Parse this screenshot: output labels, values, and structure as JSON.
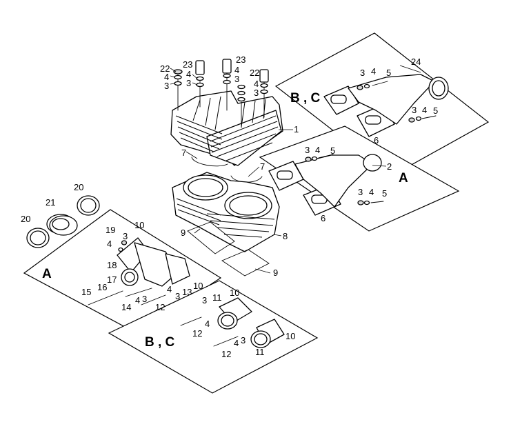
{
  "variant_labels": {
    "a_right": "A",
    "bc_right": "B , C",
    "a_left": "A",
    "bc_bottom": "B , C"
  },
  "callouts": [
    {
      "id": "c22a",
      "text": "22"
    },
    {
      "id": "c4a",
      "text": "4"
    },
    {
      "id": "c3a",
      "text": "3"
    },
    {
      "id": "c23a",
      "text": "23"
    },
    {
      "id": "c4b",
      "text": "4"
    },
    {
      "id": "c3b",
      "text": "3"
    },
    {
      "id": "c23b",
      "text": "23"
    },
    {
      "id": "c4c",
      "text": "4"
    },
    {
      "id": "c3c",
      "text": "3"
    },
    {
      "id": "c22b",
      "text": "22"
    },
    {
      "id": "c4d",
      "text": "4"
    },
    {
      "id": "c3d",
      "text": "3"
    },
    {
      "id": "c1",
      "text": "1"
    },
    {
      "id": "c7a",
      "text": "7"
    },
    {
      "id": "c7b",
      "text": "7"
    },
    {
      "id": "c9a",
      "text": "9"
    },
    {
      "id": "c8",
      "text": "8"
    },
    {
      "id": "c9b",
      "text": "9"
    },
    {
      "id": "c24",
      "text": "24"
    },
    {
      "id": "c3e",
      "text": "3"
    },
    {
      "id": "c4e",
      "text": "4"
    },
    {
      "id": "c5a",
      "text": "5"
    },
    {
      "id": "c3f",
      "text": "3"
    },
    {
      "id": "c4f",
      "text": "4"
    },
    {
      "id": "c5b",
      "text": "5"
    },
    {
      "id": "c6a",
      "text": "6"
    },
    {
      "id": "c3g",
      "text": "3"
    },
    {
      "id": "c4g",
      "text": "4"
    },
    {
      "id": "c5c",
      "text": "5"
    },
    {
      "id": "c2",
      "text": "2"
    },
    {
      "id": "c3h",
      "text": "3"
    },
    {
      "id": "c4h",
      "text": "4"
    },
    {
      "id": "c5d",
      "text": "5"
    },
    {
      "id": "c6b",
      "text": "6"
    },
    {
      "id": "c20a",
      "text": "20"
    },
    {
      "id": "c21",
      "text": "21"
    },
    {
      "id": "c20b",
      "text": "20"
    },
    {
      "id": "c19",
      "text": "19"
    },
    {
      "id": "c10a",
      "text": "10"
    },
    {
      "id": "c4i",
      "text": "4"
    },
    {
      "id": "c3i",
      "text": "3"
    },
    {
      "id": "c18",
      "text": "18"
    },
    {
      "id": "c17",
      "text": "17"
    },
    {
      "id": "c16",
      "text": "16"
    },
    {
      "id": "c15",
      "text": "15"
    },
    {
      "id": "c13",
      "text": "13"
    },
    {
      "id": "c10b",
      "text": "10"
    },
    {
      "id": "c4j",
      "text": "4"
    },
    {
      "id": "c3j",
      "text": "3"
    },
    {
      "id": "c4k",
      "text": "4"
    },
    {
      "id": "c3k",
      "text": "3"
    },
    {
      "id": "c14",
      "text": "14"
    },
    {
      "id": "c12a",
      "text": "12"
    },
    {
      "id": "c3l",
      "text": "3"
    },
    {
      "id": "c11a",
      "text": "11"
    },
    {
      "id": "c10c",
      "text": "10"
    },
    {
      "id": "c4l",
      "text": "4"
    },
    {
      "id": "c12b",
      "text": "12"
    },
    {
      "id": "c10d",
      "text": "10"
    },
    {
      "id": "c4m",
      "text": "4"
    },
    {
      "id": "c3m",
      "text": "3"
    },
    {
      "id": "c11b",
      "text": "11"
    },
    {
      "id": "c12c",
      "text": "12"
    }
  ]
}
